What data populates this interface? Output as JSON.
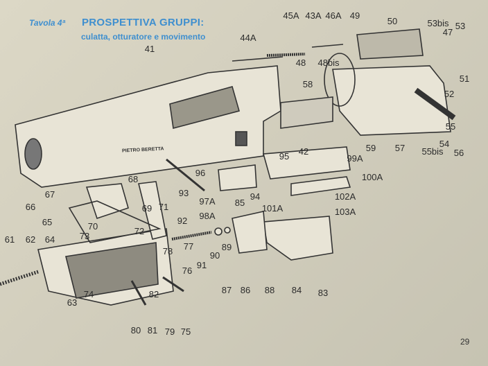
{
  "header": {
    "plate": "Tavola 4ª",
    "title": "PROSPETTIVA GRUPPI:",
    "subtitle": "culatta, otturatore e movimento"
  },
  "brand_marking": "PIETRO BERETTA",
  "page_number": "29",
  "colors": {
    "title": "#3f8fcf",
    "paper": "#d2cebd",
    "ink": "#2b2b2b"
  },
  "labels": [
    "41",
    "44A",
    "45A",
    "43A",
    "46A",
    "49",
    "50",
    "53bis",
    "47",
    "53",
    "48",
    "48bis",
    "58",
    "51",
    "52",
    "55",
    "54",
    "55bis",
    "56",
    "57",
    "59",
    "42",
    "95",
    "99A",
    "100A",
    "102A",
    "103A",
    "101A",
    "94",
    "97A",
    "98A",
    "93",
    "96",
    "85",
    "67",
    "66",
    "65",
    "68",
    "69",
    "71",
    "70",
    "73",
    "72",
    "92",
    "77",
    "78",
    "91",
    "90",
    "89",
    "76",
    "61",
    "62",
    "64",
    "63",
    "74",
    "82",
    "80",
    "81",
    "79",
    "75",
    "87",
    "86",
    "88",
    "84",
    "83"
  ]
}
